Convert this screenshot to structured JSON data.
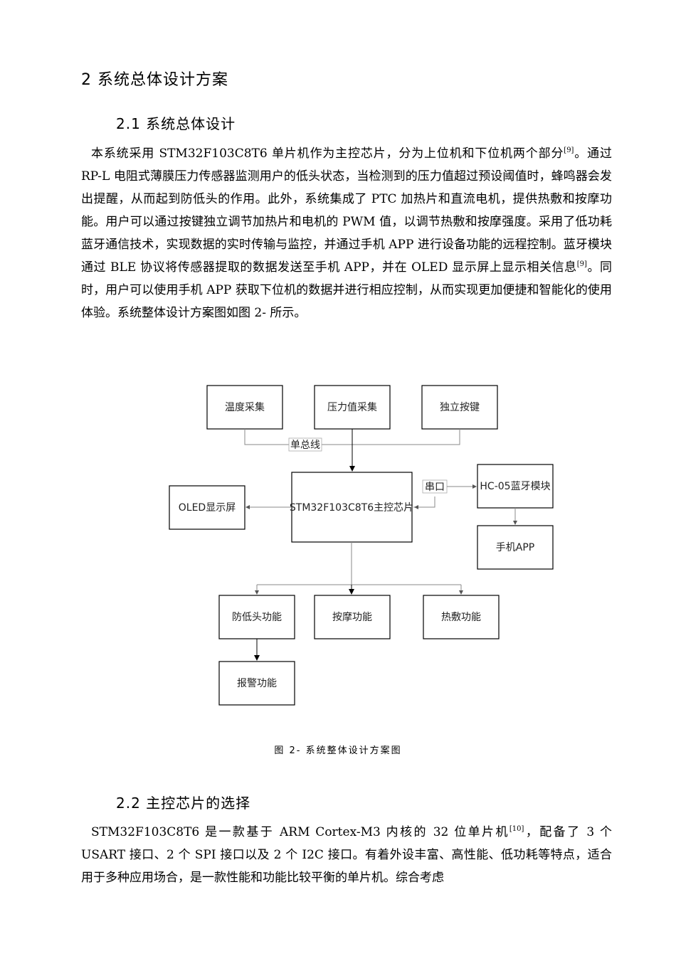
{
  "section": {
    "title": "2 系统总体设计方案"
  },
  "sub1": {
    "title": "2.1 系统总体设计"
  },
  "para1": {
    "before_ref1": "本系统采用 STM32F103C8T6 单片机作为主控芯片，分为上位机和下位机两个部分",
    "ref1": "[9]",
    "middle": "。通过 RP-L 电阻式薄膜压力传感器监测用户的低头状态，当检测到的压力值超过预设阈值时，蜂鸣器会发出提醒，从而起到防低头的作用。此外，系统集成了 PTC 加热片和直流电机，提供热敷和按摩功能。用户可以通过按键独立调节加热片和电机的 PWM 值，以调节热敷和按摩强度。采用了低功耗蓝牙通信技术，实现数据的实时传输与监控，并通过手机 APP 进行设备功能的远程控制。蓝牙模块通过 BLE 协议将传感器提取的数据发送至手机 APP，并在 OLED 显示屏上显示相关信息",
    "ref2": "[9]",
    "after_ref2": "。同时，用户可以使用手机 APP 获取下位机的数据并进行相应控制，从而实现更加便捷和智能化的使用体验。系统整体设计方案图如图 2- 所示。"
  },
  "diagram": {
    "temp": "温度采集",
    "pressure": "压力值采集",
    "key": "独立按键",
    "bus_label": "单总线",
    "mcu": "STM32F103C8T6主控芯片",
    "oled": "OLED显示屏",
    "serial_label": "串口",
    "bt": "HC-05蓝牙模块",
    "app": "手机APP",
    "anti": "防低头功能",
    "massage": "按摩功能",
    "heat": "热敷功能",
    "alarm": "报警功能"
  },
  "caption": "图 2-   系统整体设计方案图",
  "sub2": {
    "title": "2.2 主控芯片的选择"
  },
  "para2": {
    "before_ref": "STM32F103C8T6 是一款基于 ARM Cortex-M3 内核的 32 位单片机",
    "ref": "[10]",
    "after_ref": "，配备了 3 个 USART 接口、2 个 SPI 接口以及 2 个 I2C 接口。有着外设丰富、高性能、低功耗等特点，适合用于多种应用场合，是一款性能和功能比较平衡的单片机。综合考虑"
  }
}
